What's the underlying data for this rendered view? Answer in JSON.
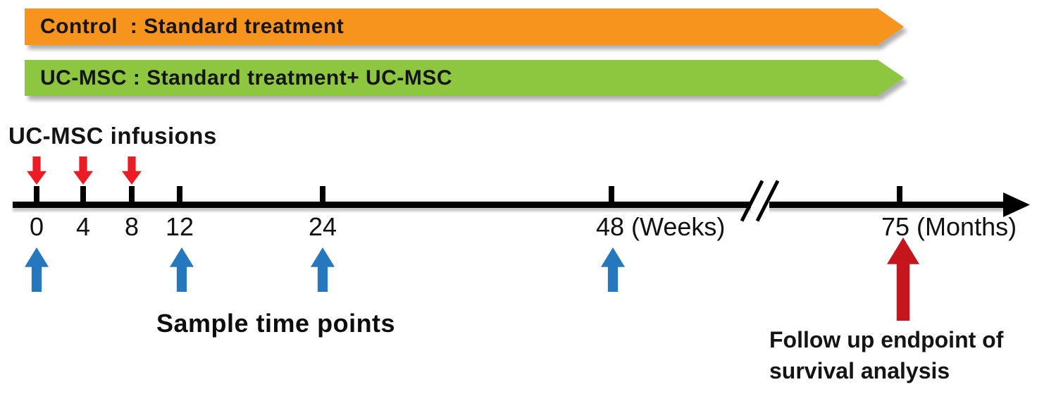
{
  "banners": {
    "control": {
      "label": "Control  : Standard treatment",
      "color": "#F7941E"
    },
    "ucmsc": {
      "label": "UC-MSC : Standard treatment+ UC-MSC",
      "color": "#8DC63F"
    }
  },
  "infusions": {
    "label": "UC-MSC infusions",
    "arrow_color": "#EC1C24",
    "time_points_weeks": [
      0,
      4,
      8
    ]
  },
  "timeline": {
    "axis_color": "#000000",
    "tick_labels": [
      "0",
      "4",
      "8",
      "12",
      "24",
      "48 (Weeks)",
      "75 (Months)"
    ]
  },
  "samples": {
    "label": "Sample time points",
    "arrow_color": "#2577BE",
    "time_points_weeks": [
      0,
      12,
      24,
      48
    ]
  },
  "followup": {
    "line1": "Follow up endpoint of",
    "line2": "survival analysis",
    "arrow_color": "#C5161D",
    "time_point": "75 (Months)"
  }
}
